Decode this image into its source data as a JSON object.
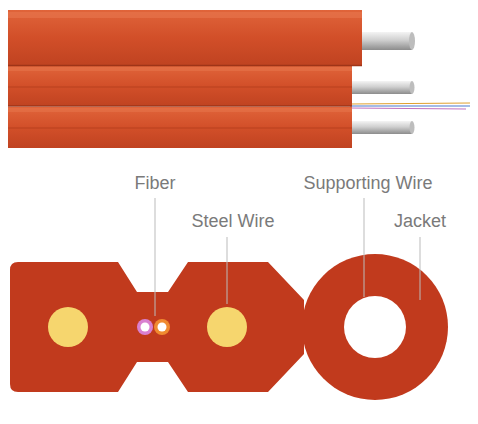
{
  "diagram": {
    "labels": [
      "Fiber",
      "Steel Wire",
      "Supporting Wire",
      "Jacket"
    ]
  }
}
